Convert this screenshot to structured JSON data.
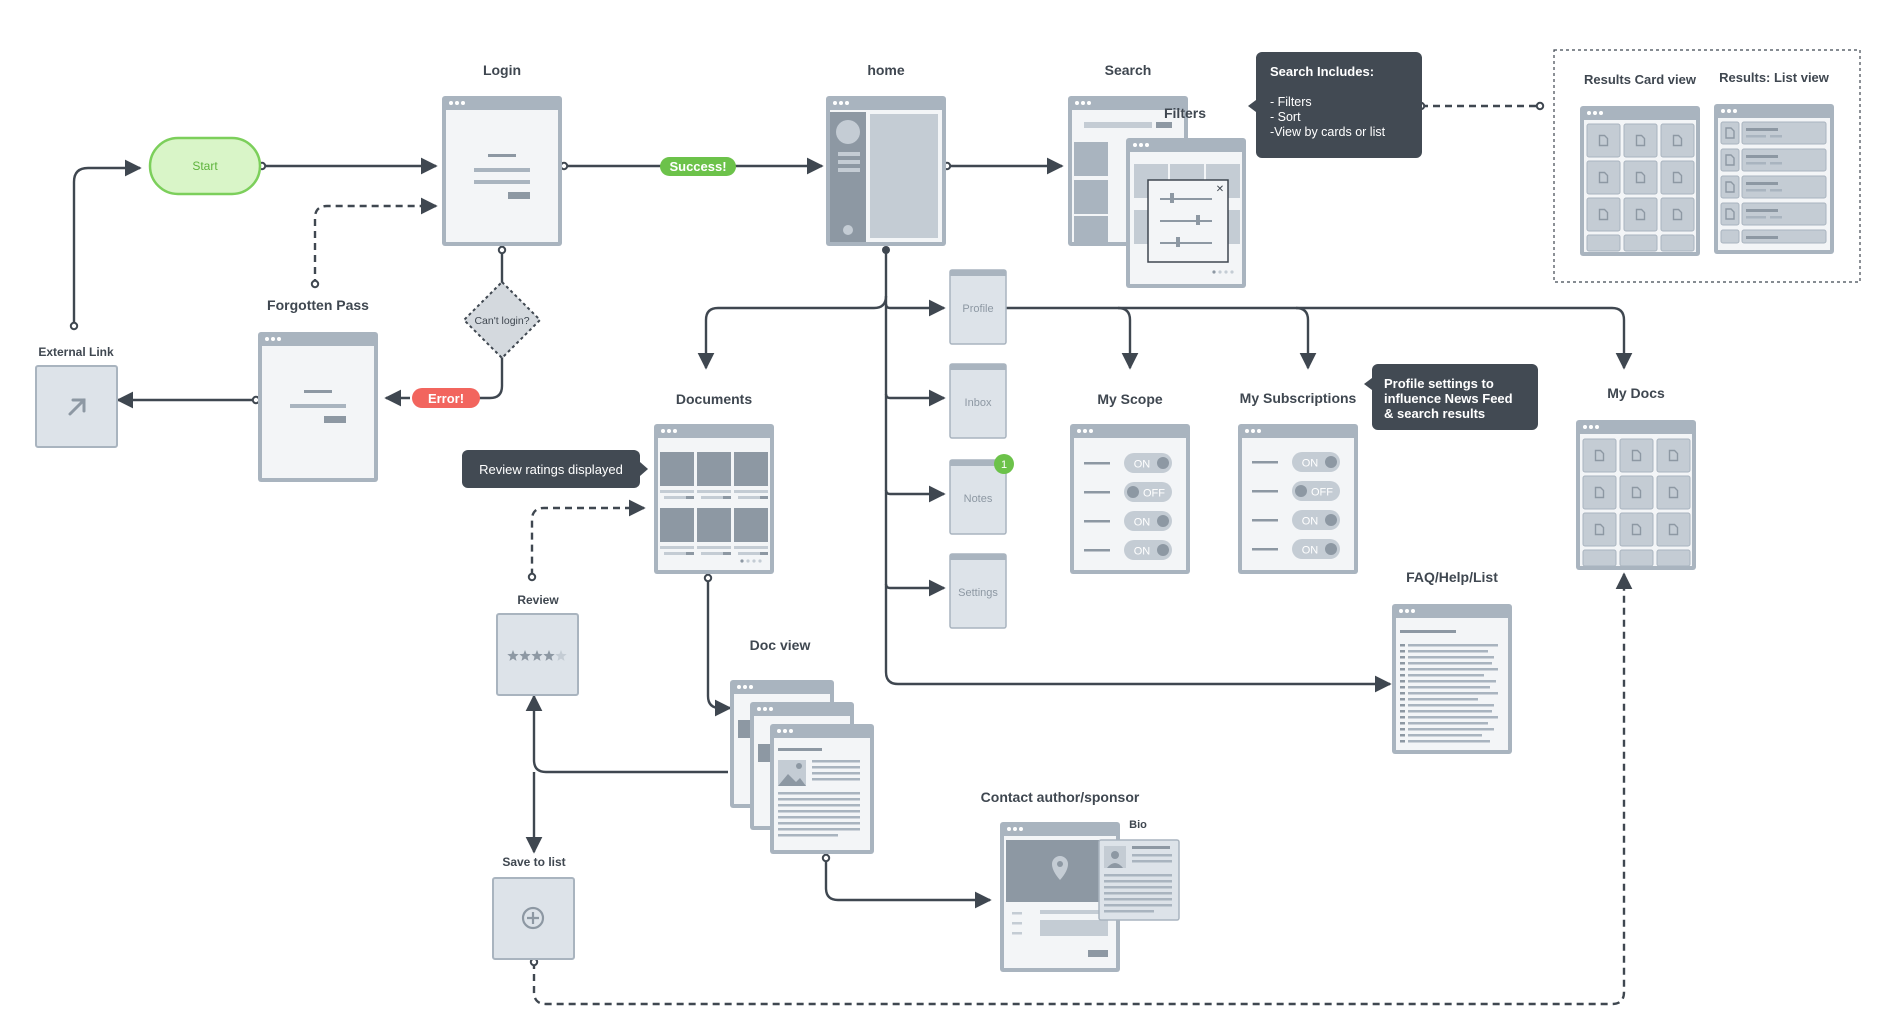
{
  "colors": {
    "line": "#3f4750",
    "screen_frame": "#a9b4bf",
    "screen_body": "#f3f5f7",
    "placeholder": "#c4ccd4",
    "placeholder_dark": "#8d98a3",
    "start_fill": "#d9f5c8",
    "start_stroke": "#7ccf5b",
    "success": "#6cc24a",
    "error": "#f2655e",
    "callout": "#424a53"
  },
  "flow": {
    "start": "Start",
    "success": "Success!",
    "error": "Error!",
    "cant_login": "Can't login?"
  },
  "screens": {
    "login": "Login",
    "home": "home",
    "search": "Search",
    "filters": "Filters",
    "forgotten_pass": "Forgotten Pass",
    "external_link": "External Link",
    "documents": "Documents",
    "my_scope": "My Scope",
    "my_subscriptions": "My Subscriptions",
    "my_docs": "My Docs",
    "faq": "FAQ/Help/List",
    "review": "Review",
    "doc_view": "Doc view",
    "save_to_list": "Save to list",
    "contact": "Contact author/sponsor",
    "bio": "Bio",
    "results_card": "Results Card view",
    "results_list": "Results: List view"
  },
  "side_menu": {
    "profile": "Profile",
    "inbox": "Inbox",
    "notes": "Notes",
    "notes_badge": "1",
    "settings": "Settings"
  },
  "callouts": {
    "search_includes_title": "Search Includes:",
    "search_includes_items": [
      "- Filters",
      "- Sort",
      "-View by cards or list"
    ],
    "profile_settings_lines": [
      "Profile settings to",
      "influence News Feed",
      "& search results"
    ],
    "review_ratings": "Review ratings displayed"
  },
  "toggles": {
    "my_scope": [
      "ON",
      "OFF",
      "ON",
      "ON"
    ],
    "my_subscriptions": [
      "ON",
      "OFF",
      "ON",
      "ON"
    ]
  },
  "review_rating": {
    "filled": 4,
    "total": 5
  }
}
